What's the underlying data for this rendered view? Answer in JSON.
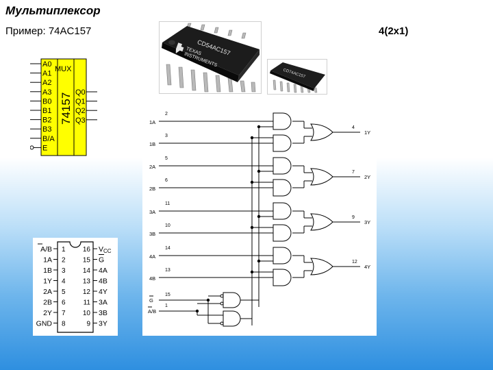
{
  "header": {
    "title": "Мультиплексор",
    "subtitle": "Пример: 74AC157",
    "configuration": "4(2x1)"
  },
  "chip_photos": {
    "large_marking": "CD54AC157",
    "large_brand_line1": "TEXAS",
    "large_brand_line2": "INSTRUMENTS",
    "small_marking": "CD74AC157"
  },
  "mux_symbol": {
    "function": "MUX",
    "part_number": "74157",
    "inputs": [
      "A0",
      "A1",
      "A2",
      "A3",
      "B0",
      "B1",
      "B2",
      "B3",
      "B/A",
      "E"
    ],
    "outputs": [
      "Q0",
      "Q1",
      "Q2",
      "Q3"
    ],
    "colors": {
      "body": "#ffff00"
    }
  },
  "pinout": {
    "left": [
      {
        "name": "A/B",
        "pin": "1"
      },
      {
        "name": "1A",
        "pin": "2"
      },
      {
        "name": "1B",
        "pin": "3"
      },
      {
        "name": "1Y",
        "pin": "4"
      },
      {
        "name": "2A",
        "pin": "5"
      },
      {
        "name": "2B",
        "pin": "6"
      },
      {
        "name": "2Y",
        "pin": "7"
      },
      {
        "name": "GND",
        "pin": "8"
      }
    ],
    "right": [
      {
        "pin": "16",
        "name": "VCC"
      },
      {
        "pin": "15",
        "name": "G"
      },
      {
        "pin": "14",
        "name": "4A"
      },
      {
        "pin": "13",
        "name": "4B"
      },
      {
        "pin": "12",
        "name": "4Y"
      },
      {
        "pin": "11",
        "name": "3A"
      },
      {
        "pin": "10",
        "name": "3B"
      },
      {
        "pin": "9",
        "name": "3Y"
      }
    ]
  },
  "logic_diagram": {
    "inputs": [
      {
        "name": "1A",
        "pin": "2"
      },
      {
        "name": "1B",
        "pin": "3"
      },
      {
        "name": "2A",
        "pin": "5"
      },
      {
        "name": "2B",
        "pin": "6"
      },
      {
        "name": "3A",
        "pin": "11"
      },
      {
        "name": "3B",
        "pin": "10"
      },
      {
        "name": "4A",
        "pin": "14"
      },
      {
        "name": "4B",
        "pin": "13"
      }
    ],
    "outputs": [
      {
        "name": "1Y",
        "pin": "4"
      },
      {
        "name": "2Y",
        "pin": "7"
      },
      {
        "name": "3Y",
        "pin": "9"
      },
      {
        "name": "4Y",
        "pin": "12"
      }
    ],
    "control": [
      {
        "name": "G",
        "pin": "15"
      },
      {
        "name": "A/B",
        "pin": "1"
      }
    ]
  }
}
